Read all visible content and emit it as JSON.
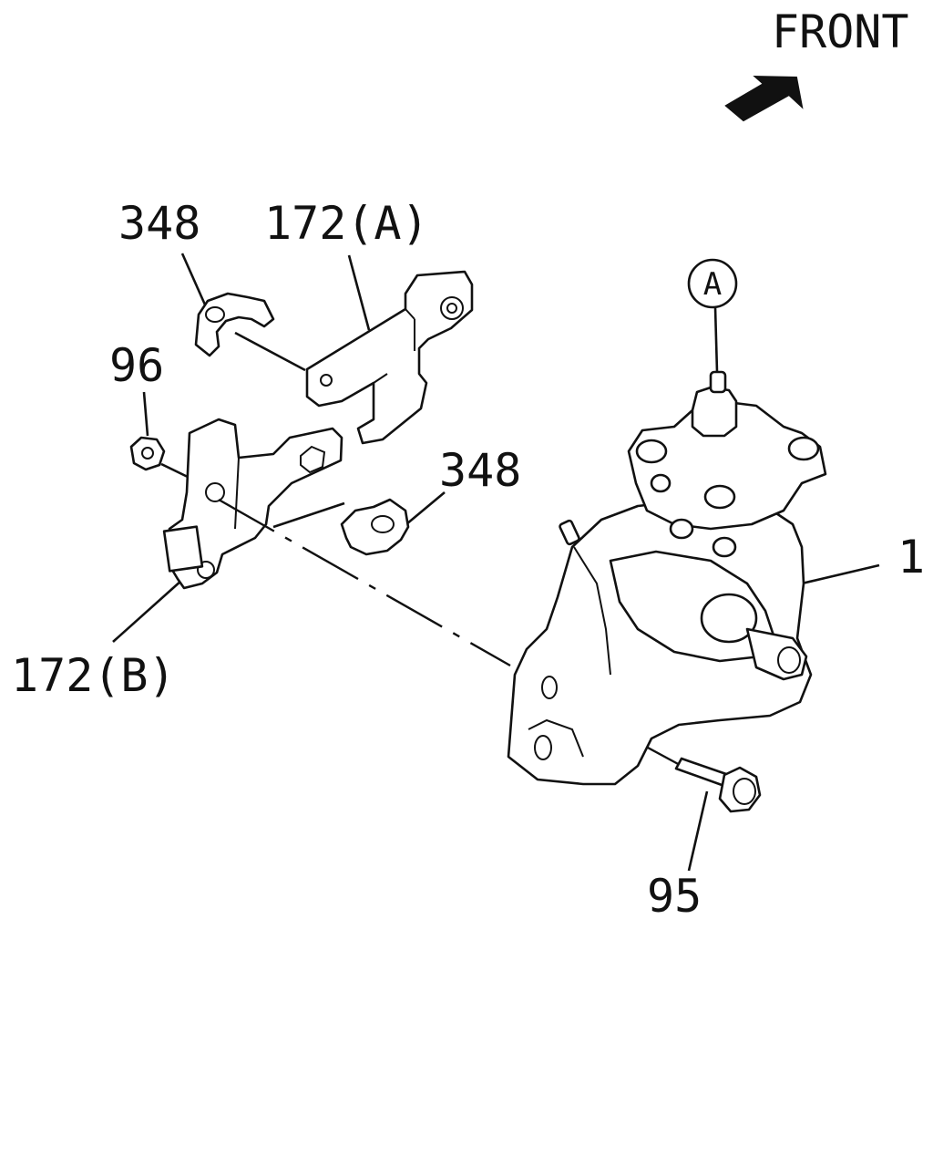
{
  "direction": {
    "label": "FRONT",
    "icon": "arrow-icon"
  },
  "callouts": {
    "clip_top": "348",
    "bracket_a": "172(A)",
    "nut": "96",
    "clip_mid": "348",
    "bracket_b": "172(B)",
    "ref_marker": "A",
    "steering_unit": "1",
    "bolt": "95"
  }
}
